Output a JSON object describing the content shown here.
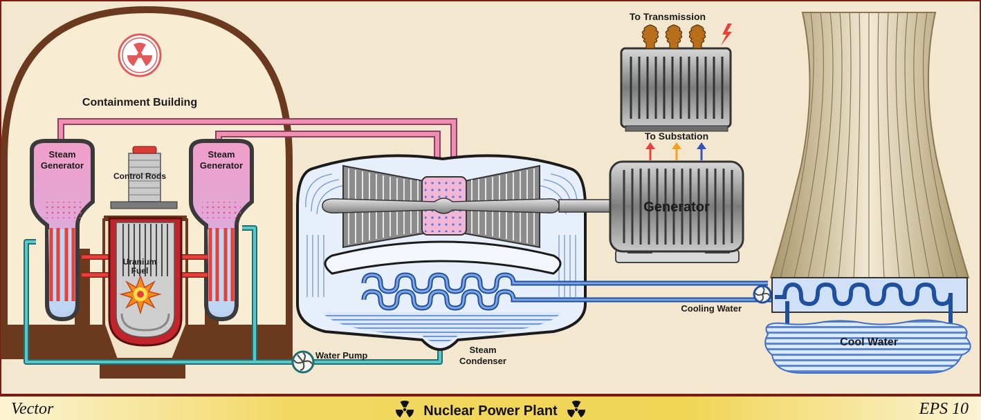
{
  "diagram": {
    "labels": {
      "containment_building": "Containment Building",
      "steam_generator_left": [
        "Steam",
        "Generator"
      ],
      "steam_generator_right": [
        "Steam",
        "Generator"
      ],
      "control_rods": "Control Rods",
      "uranium_fuel": [
        "Uranium",
        "Fuel"
      ],
      "water_pump": "Water Pump",
      "steam_condenser": [
        "Steam",
        "Condenser"
      ],
      "generator": "Generator",
      "to_transmission": "To Transmission",
      "to_substation": "To Substation",
      "cooling_water": "Cooling Water",
      "cool_water": "Cool Water"
    },
    "colors": {
      "dome": "#6b3a1e",
      "background": "#f3e7cf",
      "steam_pipe": "#f08fb1",
      "coolant_loop": "#3aa7a8",
      "hot_pipe": "#e8403a",
      "cold_water": "#3f6fc7",
      "condenser_water": "#c9dcf5",
      "tower": "#c7b48c"
    },
    "icons": [
      "radiation-trefoil-icon",
      "lightning-icon",
      "fire-burst-icon",
      "pump-icon"
    ]
  },
  "footer": {
    "left": "Vector",
    "title": "Nuclear Power Plant",
    "right": "EPS 10"
  }
}
